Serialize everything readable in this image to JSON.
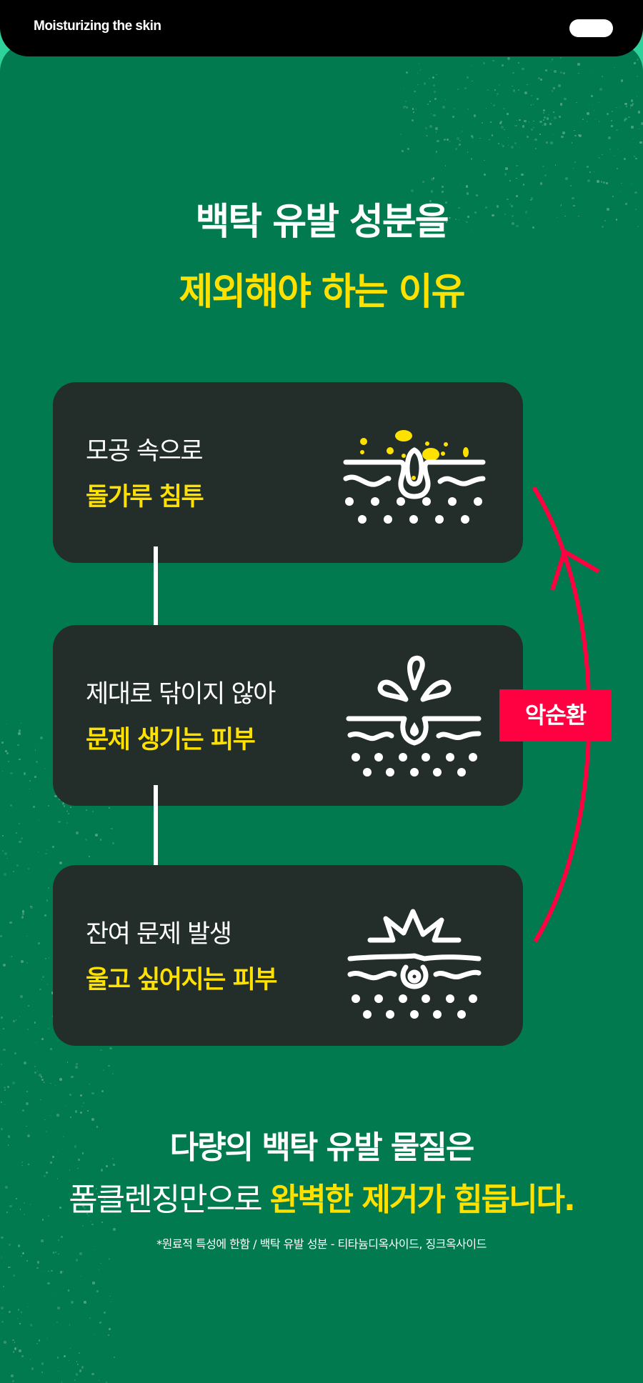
{
  "header": {
    "title": "Moisturizing the skin"
  },
  "hero": {
    "line1": "백탁 유발 성분을",
    "line2": "제외해야 하는 이유"
  },
  "steps": [
    {
      "line1": "모공 속으로",
      "line2": "돌가루 침투",
      "icon": "pore-powder-icon"
    },
    {
      "line1": "제대로 닦이지 않아",
      "line2": "문제 생기는 피부",
      "icon": "pore-splash-icon"
    },
    {
      "line1": "잔여 문제 발생",
      "line2": "울고 싶어지는 피부",
      "icon": "irritated-skin-icon"
    }
  ],
  "cycle": {
    "label": "악순환"
  },
  "conclusion": {
    "line1": "다량의 백탁 유발 물질은",
    "line2_white": "폼클렌징만으로 ",
    "line2_yellow": "완벽한 제거가 힘듭니다."
  },
  "footnote": "*원료적 특성에 한함  / 백탁 유발 성분 - 티타늄디옥사이드, 징크옥사이드",
  "colors": {
    "accent_yellow": "#ffe100",
    "accent_red": "#ff0040",
    "green": "#007a4e",
    "card": "#232e2a"
  }
}
